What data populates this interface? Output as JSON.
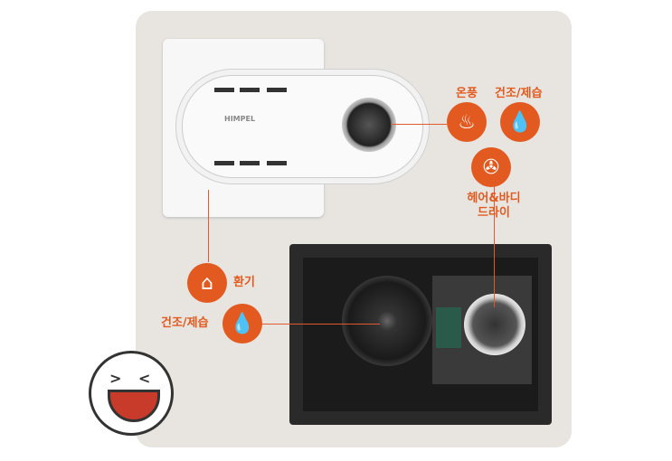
{
  "device": {
    "brand": "HIMPEL"
  },
  "labels": {
    "warm_air": "온풍",
    "dry_dehumid_top": "건조/제습",
    "hair_body_dry_1": "헤어&바디",
    "hair_body_dry_2": "드라이",
    "ventilation": "환기",
    "dry_dehumid_bottom": "건조/제습"
  },
  "colors": {
    "accent": "#e25a1f",
    "background": "#e8e5e0"
  }
}
